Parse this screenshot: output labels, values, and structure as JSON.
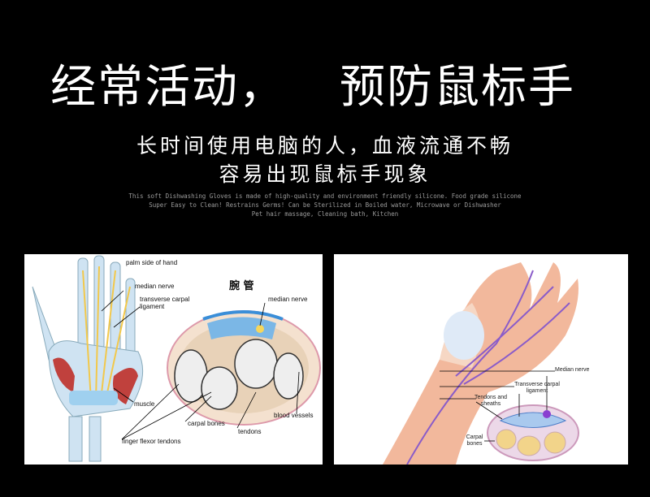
{
  "headline": {
    "left": "经常活动，",
    "right": "预防鼠标手"
  },
  "subtitle": {
    "line1": "长时间使用电脑的人，血液流通不畅",
    "line2": "容易出现鼠标手现象"
  },
  "fine_print": [
    "This soft Dishwashing Gloves is made of high-quality and environment friendly silicone. Food grade silicone",
    "Super Easy to Clean! Restrains Germs! Can be Sterilized in Boiled water, Microwave or Dishwasher",
    "Pet hair massage, Cleaning bath, Kitchen"
  ],
  "left_diagram": {
    "heading": "palm side of hand",
    "section_title": "腕 管",
    "labels": {
      "median_nerve_hand": "median nerve",
      "ligament": "transverse carpal ligament",
      "median_nerve_section": "median nerve",
      "muscle": "muscle",
      "carpal_bones": "carpal bones",
      "blood_vessels": "blood vessels",
      "tendons": "tendons",
      "flexor_tendons": "finger flexor tendons"
    }
  },
  "right_diagram": {
    "labels": {
      "median_nerve": "Median nerve",
      "ligament": "Transverse carpal ligament",
      "tendons": "Tendons and sheaths",
      "carpal_bones": "Carpal bones"
    }
  }
}
